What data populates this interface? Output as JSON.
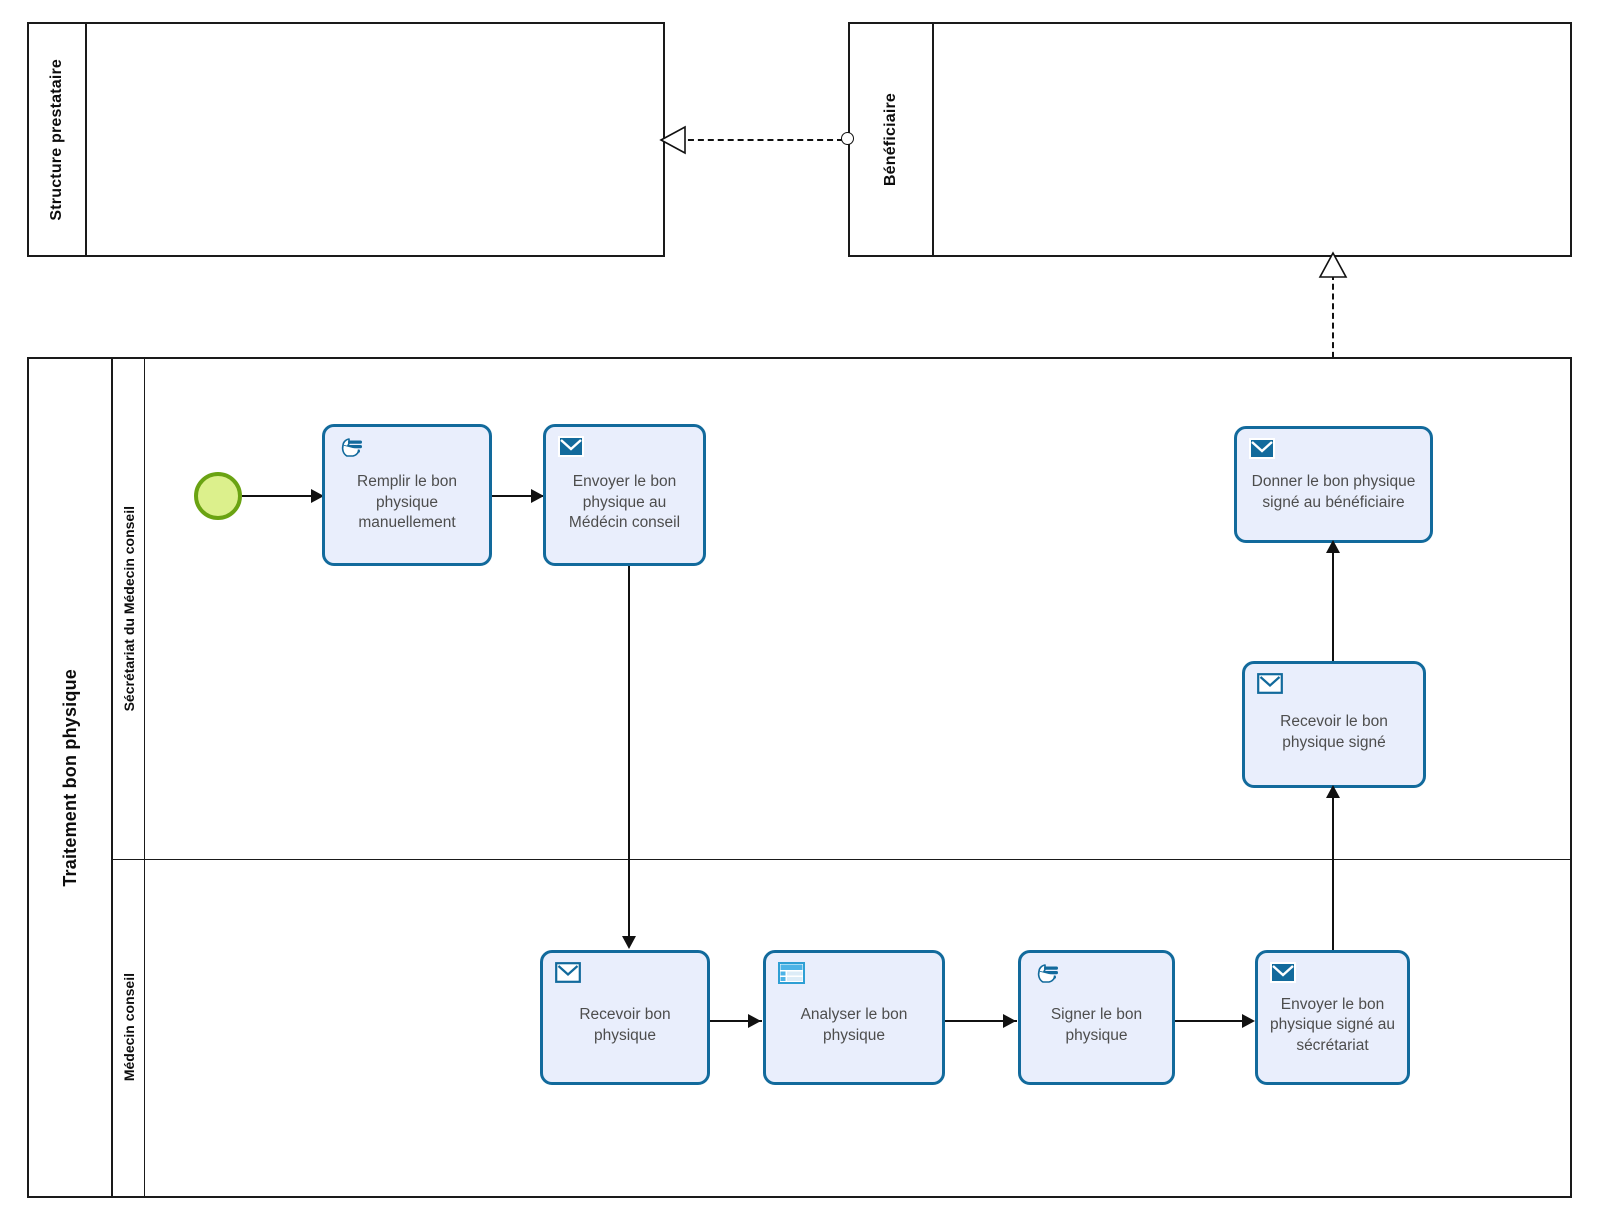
{
  "diagram": {
    "title": "Traitement bon physique",
    "type": "bpmn-collaboration-diagram"
  },
  "pools": [
    {
      "id": "structure-prestataire",
      "label": "Structure prestataire",
      "collapsed": true
    },
    {
      "id": "beneficiaire",
      "label": "Bénéficiaire",
      "collapsed": true
    },
    {
      "id": "traitement-bon-physique",
      "label": "Traitement bon physique",
      "collapsed": false,
      "lanes": [
        {
          "id": "secretariat",
          "label": "Sécrétariat du Médecin conseil"
        },
        {
          "id": "medecin-conseil",
          "label": "Médecin conseil"
        }
      ]
    }
  ],
  "events": [
    {
      "id": "start-event",
      "type": "start-event",
      "label": "",
      "fill": "#dcf08c",
      "stroke": "#6aa312"
    }
  ],
  "tasks": [
    {
      "id": "remplir-bon-physique",
      "label": "Remplir le bon physique manuellement",
      "icon": "manual-task-hand-icon",
      "lane": "secretariat"
    },
    {
      "id": "envoyer-bon-medecin",
      "label": "Envoyer le bon physique au Médécin conseil",
      "icon": "send-task-envelope-icon",
      "lane": "secretariat"
    },
    {
      "id": "donner-bon-signe-beneficiaire",
      "label": "Donner le bon physique signé au bénéficiaire",
      "icon": "send-task-envelope-icon",
      "lane": "secretariat"
    },
    {
      "id": "recevoir-bon-signe",
      "label": "Recevoir le bon physique signé",
      "icon": "receive-task-envelope-icon",
      "lane": "secretariat"
    },
    {
      "id": "recevoir-bon-physique",
      "label": "Recevoir bon physique",
      "icon": "receive-task-envelope-icon",
      "lane": "medecin-conseil"
    },
    {
      "id": "analyser-bon-physique",
      "label": "Analyser le bon physique",
      "icon": "user-task-form-icon",
      "lane": "medecin-conseil"
    },
    {
      "id": "signer-bon-physique",
      "label": "Signer le bon physique",
      "icon": "manual-task-hand-icon",
      "lane": "medecin-conseil"
    },
    {
      "id": "envoyer-bon-signe-secretariat",
      "label": "Envoyer le bon physique signé au sécrétariat",
      "icon": "send-task-envelope-icon",
      "lane": "medecin-conseil"
    }
  ],
  "colors": {
    "task_fill": "#e9eefc",
    "task_stroke": "#126a9c",
    "icon_blue": "#126a9c",
    "user_icon_blue": "#4db3e6",
    "start_event_fill": "#dcf08c",
    "start_event_stroke": "#6aa312",
    "pool_stroke": "#1a1a1a",
    "connector": "#111111",
    "text": "#4d4d4d"
  }
}
